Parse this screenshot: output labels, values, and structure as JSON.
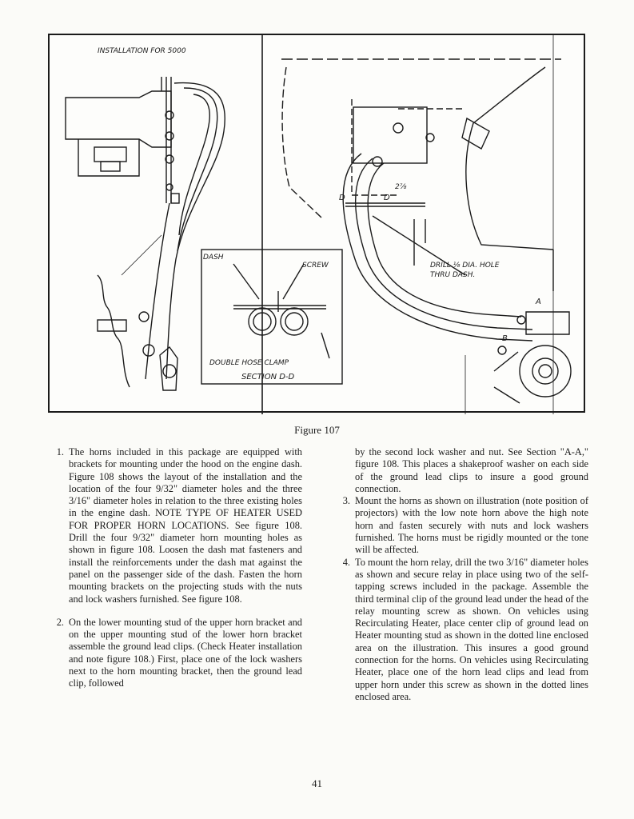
{
  "figure": {
    "caption": "Figure 107",
    "installation_label": "INSTALLATION FOR 5000",
    "dash_label": "DASH",
    "screw_label": "SCREW",
    "clamp_label": "DOUBLE HOSE CLAMP",
    "section_label": "SECTION D-D",
    "drill_label_1": "DRILL ⅛ DIA. HOLE",
    "drill_label_2": "THRU DASH.",
    "dim_label": "2⅞",
    "marker_d_left": "D",
    "marker_d_right": "D",
    "marker_a": "A",
    "marker_b": "B"
  },
  "instructions": {
    "item1": {
      "num": "1.",
      "text": "The horns included in this package are equipped with brackets for mounting under the hood on the engine dash. Figure 108 shows the layout of the installation and the location of the four 9/32\" diameter holes and the three 3/16\" diameter holes in relation to the three existing holes in the engine dash. NOTE TYPE OF HEATER USED FOR PROPER HORN LOCATIONS. See figure 108. Drill the four 9/32\" diameter horn mounting holes as shown in figure 108. Loosen the dash mat fasteners and install the reinforcements under the dash mat against the panel on the passenger side of the dash. Fasten the horn mounting brackets on the projecting studs with the nuts and lock washers furnished. See figure 108."
    },
    "item2": {
      "num": "2.",
      "text": "On the lower mounting stud of the upper horn bracket and on the upper mounting stud of the lower horn bracket assemble the ground lead clips. (Check Heater installation and note figure 108.) First, place one of the lock washers next to the horn mounting bracket, then the ground lead clip, followed",
      "continuation": "by the second lock washer and nut. See Section \"A-A,\" figure 108. This places a shakeproof washer on each side of the ground lead clips to insure a good ground connection."
    },
    "item3": {
      "num": "3.",
      "text": "Mount the horns as shown on illustration (note position of projectors) with the low note horn above the high note horn and fasten securely with nuts and lock washers furnished. The horns must be rigidly mounted or the tone will be affected."
    },
    "item4": {
      "num": "4.",
      "text": "To mount the horn relay, drill the two 3/16\" diameter holes as shown and secure relay in place using two of the self-tapping screws included in the package. Assemble the third terminal clip of the ground lead under the head of the relay mounting screw as shown. On vehicles using Recirculating Heater, place center clip of ground lead on Heater mounting stud as shown in the dotted line enclosed area on the illustration. This insures a good ground connection for the horns. On vehicles using Recirculating Heater, place one of the horn lead clips and lead from upper horn under this screw as shown in the dotted lines enclosed area."
    }
  },
  "page_number": "41"
}
